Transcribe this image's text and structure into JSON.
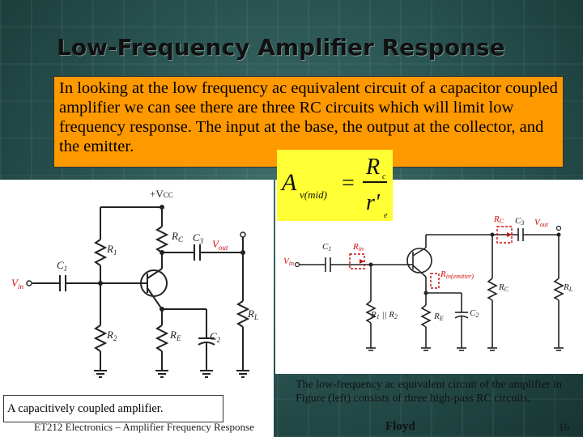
{
  "slide": {
    "title": "Low-Frequency Amplifier Response",
    "intro_text": "In looking at the low frequency ac equivalent circuit of a capacitor coupled amplifier we can see there are three RC circuits which will limit low frequency response. The input at the base, the output at the collector, and the emitter.",
    "formula": {
      "lhs": "A",
      "lhs_sub": "v(mid)",
      "equals": "=",
      "numerator": "R",
      "numerator_sub": "c",
      "denominator": "r'",
      "denominator_sub": "e"
    },
    "left_circuit_labels": {
      "vcc": "+V",
      "vcc_sub": "CC",
      "rc": "R",
      "rc_sub": "C",
      "r1": "R",
      "r1_sub": "1",
      "c3": "C",
      "c3_sub": "3",
      "vout": "V",
      "vout_sub": "out",
      "c1": "C",
      "c1_sub": "1",
      "vin": "V",
      "vin_sub": "in",
      "rl": "R",
      "rl_sub": "L",
      "r2": "R",
      "r2_sub": "2",
      "re": "R",
      "re_sub": "E",
      "c2": "C",
      "c2_sub": "2"
    },
    "right_circuit_labels": {
      "rc": "R",
      "rc_sub": "C",
      "c3": "C",
      "c3_sub": "3",
      "vout": "V",
      "vout_sub": "out",
      "c1": "C",
      "c1_sub": "1",
      "rin": "R",
      "rin_sub": "in",
      "vin": "V",
      "vin_sub": "in",
      "rin_emitter": "R",
      "rin_emitter_sub": "in(emitter)",
      "rc2": "R",
      "rc2_sub": "C",
      "rl": "R",
      "rl_sub": "L",
      "r1r2": "R",
      "r1r2_sub1": "1",
      "r1r2_mid": " || R",
      "r1r2_sub2": "2",
      "re": "R",
      "re_sub": "E",
      "c2": "C",
      "c2_sub": "2"
    },
    "left_caption": "A capacitively coupled amplifier.",
    "right_caption": "The low-frequency ac equivalent circuit of the amplifier in Figure (left) consists of three high-pass RC circuits.",
    "footer_course": "ET212 Electronics – Amplifier Frequency Response",
    "footer_author": "Floyd",
    "page_number": "16",
    "colors": {
      "intro_bg": "#ff9900",
      "formula_bg": "#ffff33",
      "label_red": "#cc1111",
      "wire": "#222222"
    }
  }
}
